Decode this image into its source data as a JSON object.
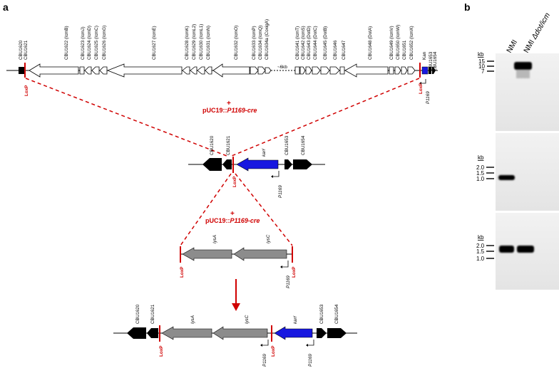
{
  "panels": {
    "a": "a",
    "b": "b"
  },
  "top_construct": {
    "genes": [
      {
        "id": "cbu1620",
        "label": "CBU1620"
      },
      {
        "id": "cbu1621",
        "label": "CBU1621"
      },
      {
        "id": "icmB",
        "label": "CBU1622 (IcmB)"
      },
      {
        "id": "icmJ",
        "label": "CBU1623 (IcmJ)"
      },
      {
        "id": "icmD",
        "label": "CBU1624 (IcmD)"
      },
      {
        "id": "icmC",
        "label": "CBU1625 (IcmC)"
      },
      {
        "id": "icmG",
        "label": "CBU1626 (IcmG)"
      },
      {
        "id": "icmE",
        "label": "CBU1627 (IcmE)"
      },
      {
        "id": "icmK",
        "label": "CBU1628 (IcmK)"
      },
      {
        "id": "icmL2",
        "label": "CBU1629 (IcmL2)"
      },
      {
        "id": "icmL1",
        "label": "CBU1630 (IcmL1)"
      },
      {
        "id": "icmN",
        "label": "CBU1631 (IcmN)"
      },
      {
        "id": "icmO",
        "label": "CBU1632 (IcmO)"
      },
      {
        "id": "icmP",
        "label": "CBU1633 (IcmP)"
      },
      {
        "id": "icmQ",
        "label": "CBU1634 (IcmQ)"
      },
      {
        "id": "coxigA",
        "label": "CBU1634a (CoxigA)"
      },
      {
        "id": "icmT",
        "label": "CBU1641 (IcmT)"
      },
      {
        "id": "icmS",
        "label": "CBU1642 (IcmS)"
      },
      {
        "id": "dotD",
        "label": "CBU1643 (DotD)"
      },
      {
        "id": "dotC",
        "label": "CBU1644 (DotC)"
      },
      {
        "id": "dotB",
        "label": "CBU1645 (DotB)"
      },
      {
        "id": "cbu1646",
        "label": "CBU1646"
      },
      {
        "id": "cbu1647",
        "label": "CBU1647"
      },
      {
        "id": "dotA",
        "label": "CBU1648 (DotA)"
      },
      {
        "id": "icmV",
        "label": "CBU1649 (IcmV)"
      },
      {
        "id": "icmW",
        "label": "CBU1650 (IcmW)"
      },
      {
        "id": "cbu1651",
        "label": "CBU1651"
      },
      {
        "id": "icmX",
        "label": "CBU1652 (IcmX)"
      },
      {
        "id": "kan",
        "label": "Kan"
      },
      {
        "id": "cbu1653",
        "label": "CBU1653"
      },
      {
        "id": "cbu1654",
        "label": "CBU1654"
      }
    ],
    "gap_label": "~6kb",
    "loxp_left": "LoxP",
    "loxp_right": "LoxP",
    "promoter": "P1169"
  },
  "plasmid_1": {
    "plus": "+",
    "prefix": "pUC19::",
    "italic": "P1169-cre"
  },
  "middle_construct": {
    "genes": [
      {
        "id": "cbu1620",
        "label": "CBU1620"
      },
      {
        "id": "cbu1621",
        "label": "CBU1621"
      },
      {
        "id": "kan",
        "label_main": "kan",
        "label_sup": "r"
      },
      {
        "id": "cbu1653",
        "label": "CBU1653"
      },
      {
        "id": "cbu1654",
        "label": "CBU1654"
      }
    ],
    "loxp": "LoxP",
    "promoter": "P1169"
  },
  "plasmid_2": {
    "plus": "+",
    "prefix": "pUC19::",
    "italic": "P1169-cre"
  },
  "lys_construct": {
    "genes": [
      {
        "id": "lysA",
        "label": "lysA"
      },
      {
        "id": "lysC",
        "label": "lysC"
      }
    ],
    "loxp_left": "LoxP",
    "loxp_right": "LoxP",
    "promoter": "P1169"
  },
  "final_construct": {
    "genes": [
      {
        "id": "cbu1620",
        "label": "CBU1620"
      },
      {
        "id": "cbu1621",
        "label": "CBU1621"
      },
      {
        "id": "lysA",
        "label": "lysA"
      },
      {
        "id": "lysC",
        "label": "lysC"
      },
      {
        "id": "kan",
        "label_main": "kan",
        "label_sup": "r"
      },
      {
        "id": "cbu1653",
        "label": "CBU1653"
      },
      {
        "id": "cbu1654",
        "label": "CBU1654"
      }
    ],
    "loxp_left": "LoxP",
    "loxp_mid": "LoxP",
    "promoter_1": "P1169",
    "promoter_2": "P1169"
  },
  "gel": {
    "lane_labels": [
      "NMI",
      "NMI Δdot/icm"
    ],
    "panels": [
      {
        "kb": "kb",
        "ticks": [
          "15",
          "10",
          "7"
        ]
      },
      {
        "kb": "kb",
        "ticks": [
          "2.0",
          "1.5",
          "1.0"
        ]
      },
      {
        "kb": "kb",
        "ticks": [
          "2.0",
          "1.5",
          "1.0"
        ]
      }
    ]
  },
  "colors": {
    "loxp": "#d00000",
    "dashed_line": "#d00000",
    "kan_gene": "#1818e0",
    "black_gene": "#000000",
    "lys_gene": "#8c8c8c",
    "open_gene": "#ffffff",
    "gel_bg": "#e8e8e8",
    "band": "#000000"
  }
}
